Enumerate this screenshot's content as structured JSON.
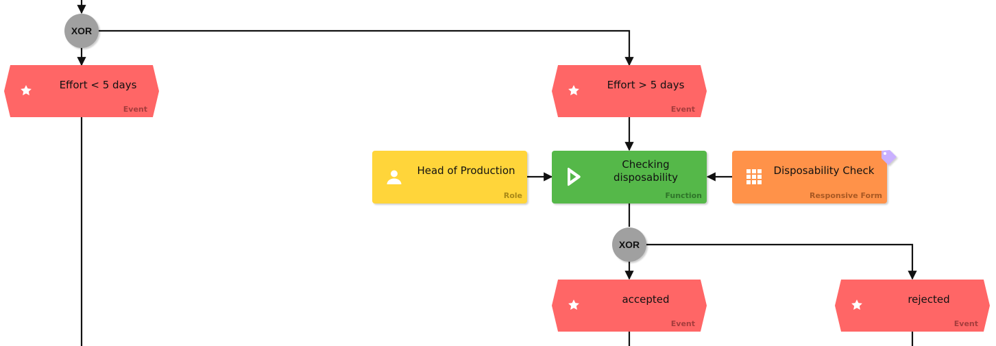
{
  "colors": {
    "event": "#ff6666",
    "function": "#55b849",
    "role": "#ffd53a",
    "form": "#ff9249",
    "gateway": "#a0a0a0",
    "connector": "#111111",
    "tag": "#c9b0ff"
  },
  "gateways": {
    "top": {
      "label": "XOR"
    },
    "middle": {
      "label": "XOR"
    }
  },
  "events": {
    "effort_less": {
      "label": "Effort < 5 days",
      "type": "Event",
      "icon": "star-icon"
    },
    "effort_more": {
      "label": "Effort > 5 days",
      "type": "Event",
      "icon": "star-icon"
    },
    "accepted": {
      "label": "accepted",
      "type": "Event",
      "icon": "star-icon"
    },
    "rejected": {
      "label": "rejected",
      "type": "Event",
      "icon": "star-icon"
    }
  },
  "function": {
    "label": "Checking disposability",
    "type": "Function",
    "icon": "play-icon"
  },
  "role": {
    "label": "Head of Production",
    "type": "Role",
    "icon": "person-icon"
  },
  "form": {
    "label": "Disposability Check",
    "type": "Responsive Form",
    "icon": "grid-icon",
    "tag_icon": "tag-icon"
  }
}
